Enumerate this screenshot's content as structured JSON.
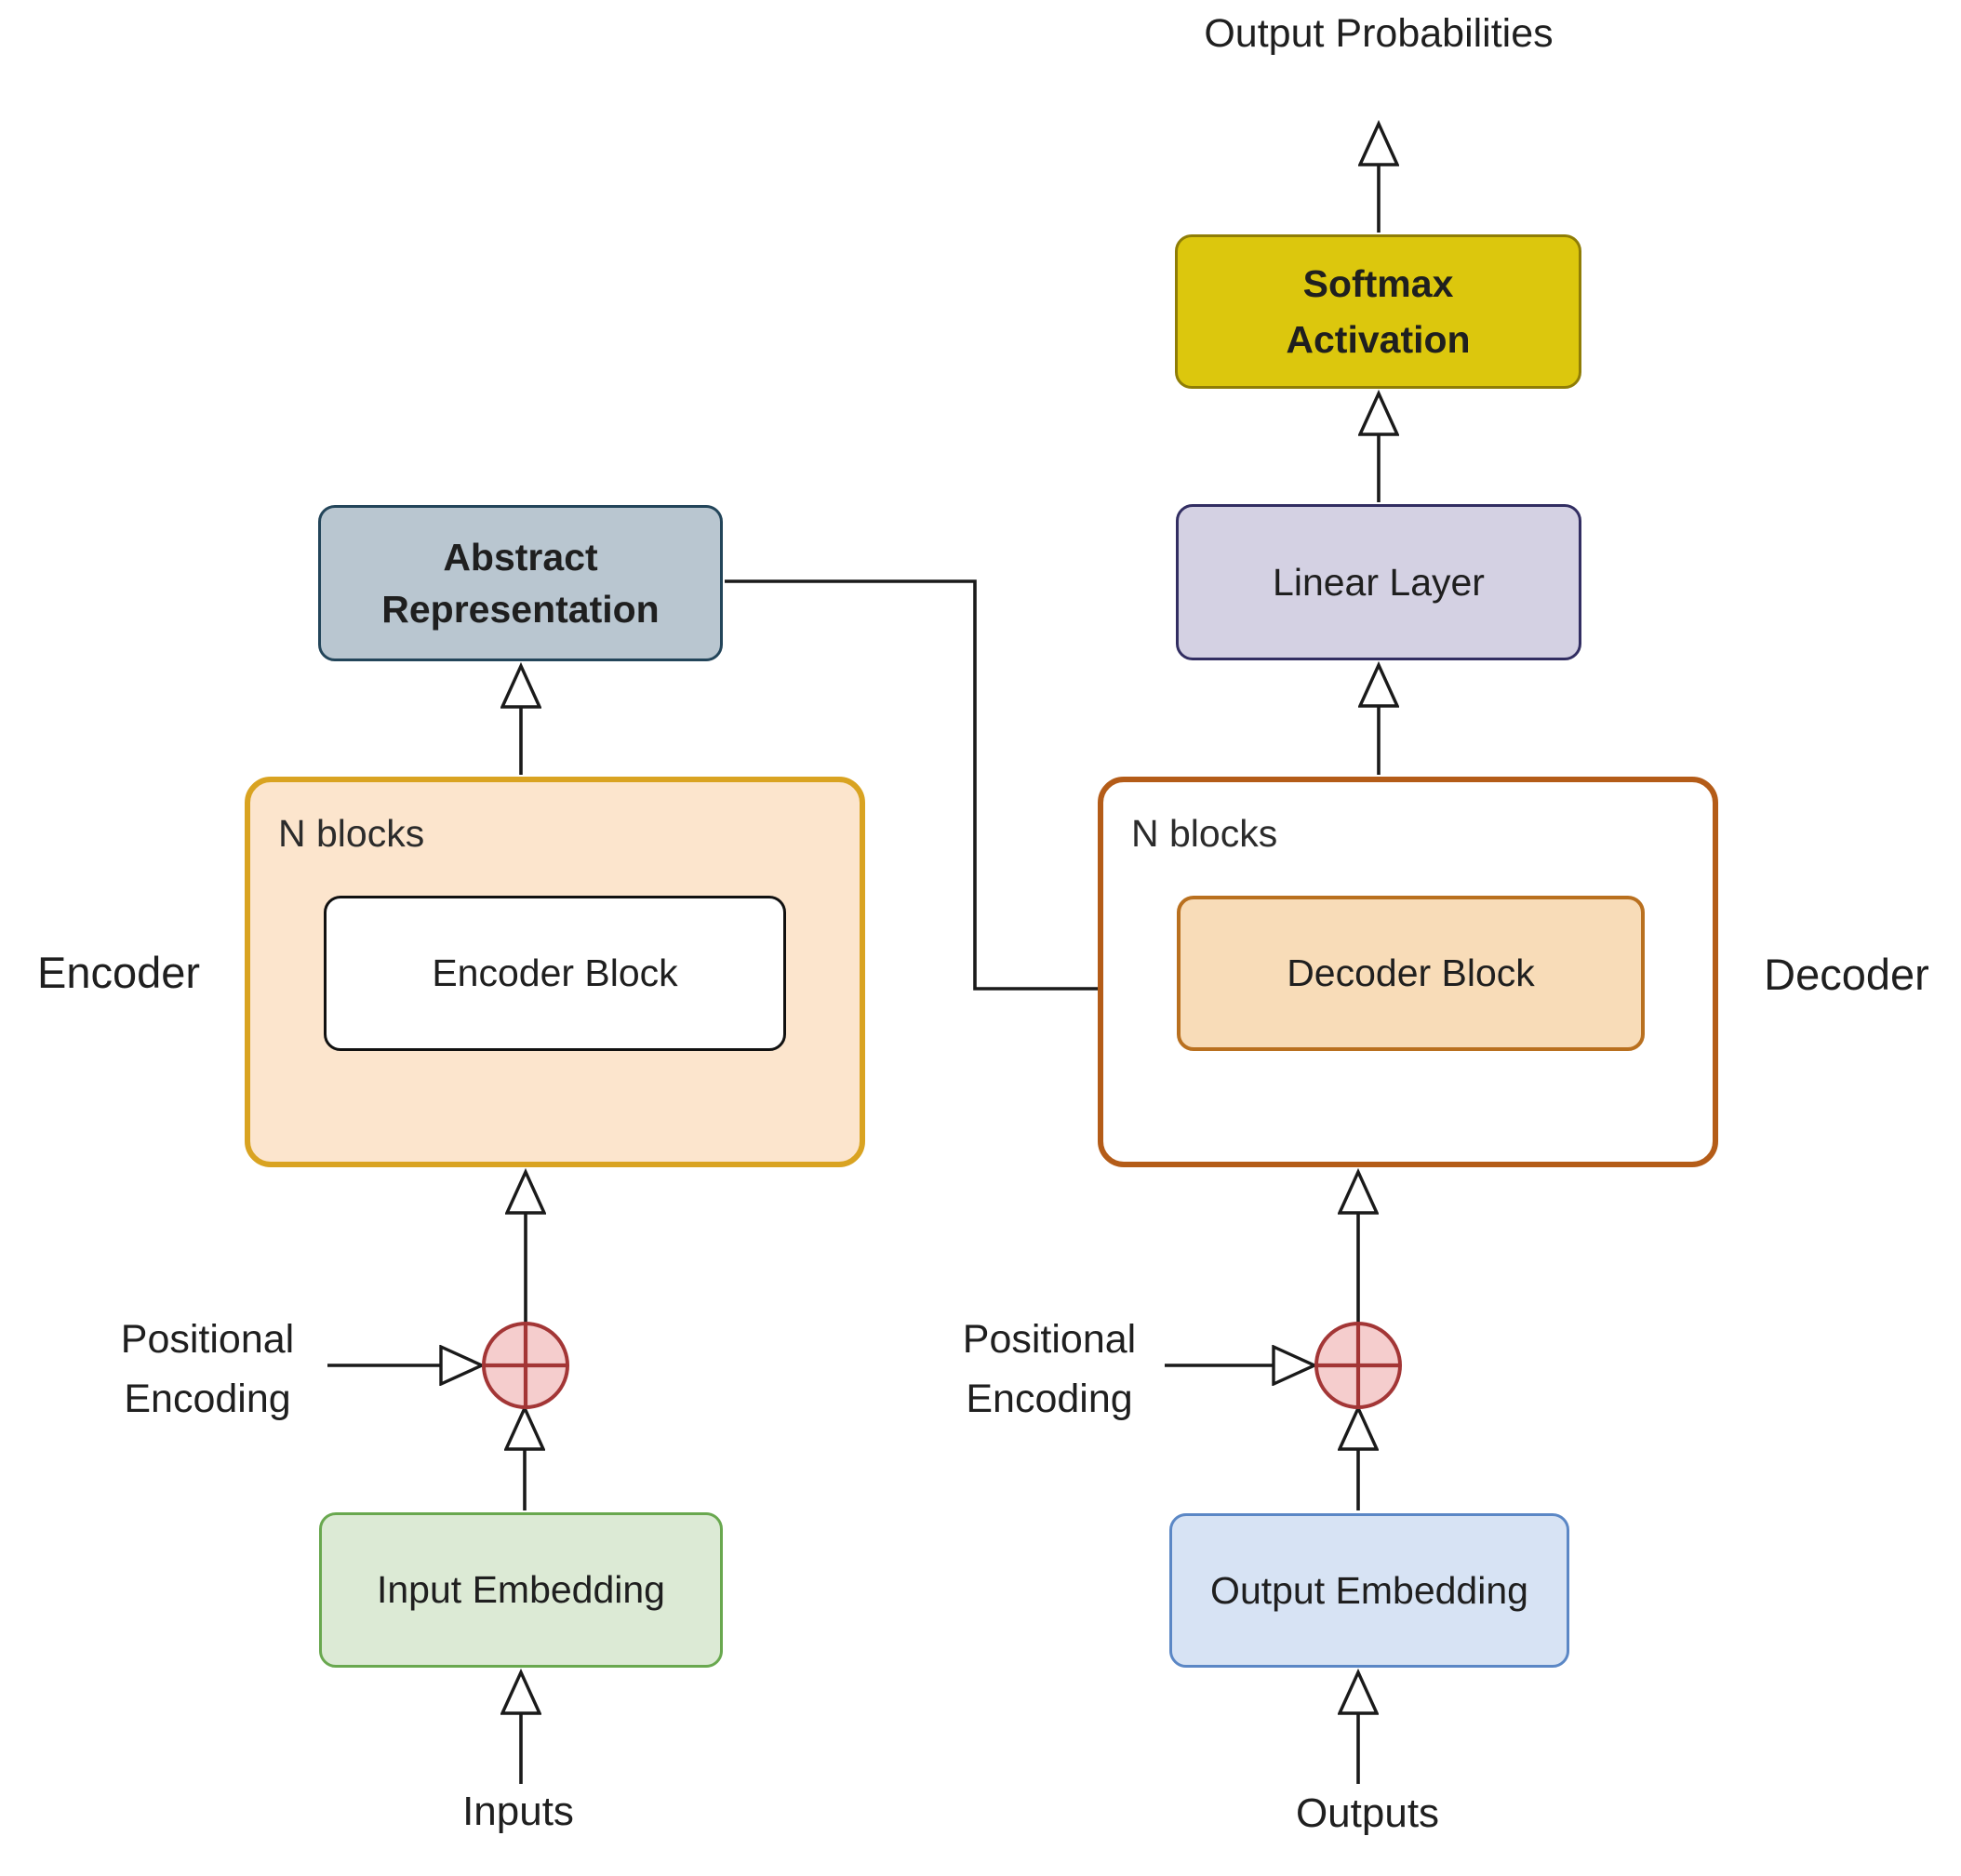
{
  "diagram": {
    "title_label": {
      "line1": "Output",
      "line2": "Probabilities"
    },
    "nodes": {
      "softmax": {
        "line1": "Softmax",
        "line2": "Activation"
      },
      "linear": {
        "label": "Linear Layer"
      },
      "abstract": {
        "line1": "Abstract",
        "line2": "Representation"
      },
      "encoder_container": {
        "label": "N blocks"
      },
      "encoder_block": {
        "label": "Encoder Block"
      },
      "decoder_container": {
        "label": "N blocks"
      },
      "decoder_block": {
        "label": "Decoder Block"
      },
      "input_embedding": {
        "label": "Input Embedding"
      },
      "output_embedding": {
        "label": "Output Embedding"
      }
    },
    "side_labels": {
      "encoder": "Encoder",
      "decoder": "Decoder"
    },
    "positional_encoding_left": {
      "line1": "Positional",
      "line2": "Encoding"
    },
    "positional_encoding_right": {
      "line1": "Positional",
      "line2": "Encoding"
    },
    "bottom_labels": {
      "inputs": "Inputs",
      "outputs": "Outputs"
    },
    "icons": {
      "add_left": "circled-plus",
      "add_right": "circled-plus",
      "arrowhead_hollow": "hollow-triangle",
      "arrowhead_solid": "solid-triangle"
    },
    "colors": {
      "softmax_fill": "#dcc70d",
      "softmax_border": "#8f7d06",
      "linear_fill": "#d4d1e3",
      "linear_border": "#322e62",
      "abstract_fill": "#b9c6d0",
      "abstract_border": "#23455a",
      "encoder_fill": "#fce5cd",
      "encoder_border": "#d9a321",
      "encoder_block_fill": "#ffffff",
      "encoder_block_border": "#111111",
      "decoder_fill": "#ffffff",
      "decoder_border": "#b45c18",
      "decoder_block_fill": "#f8dcb8",
      "decoder_block_border": "#b9701f",
      "input_fill": "#dcead5",
      "input_border": "#69a84f",
      "output_fill": "#d7e3f4",
      "output_border": "#5b87c5",
      "add_fill": "#f5cdcd",
      "add_border": "#a33636",
      "line": "#1a1a1a",
      "text": "#1f1f1f"
    }
  }
}
